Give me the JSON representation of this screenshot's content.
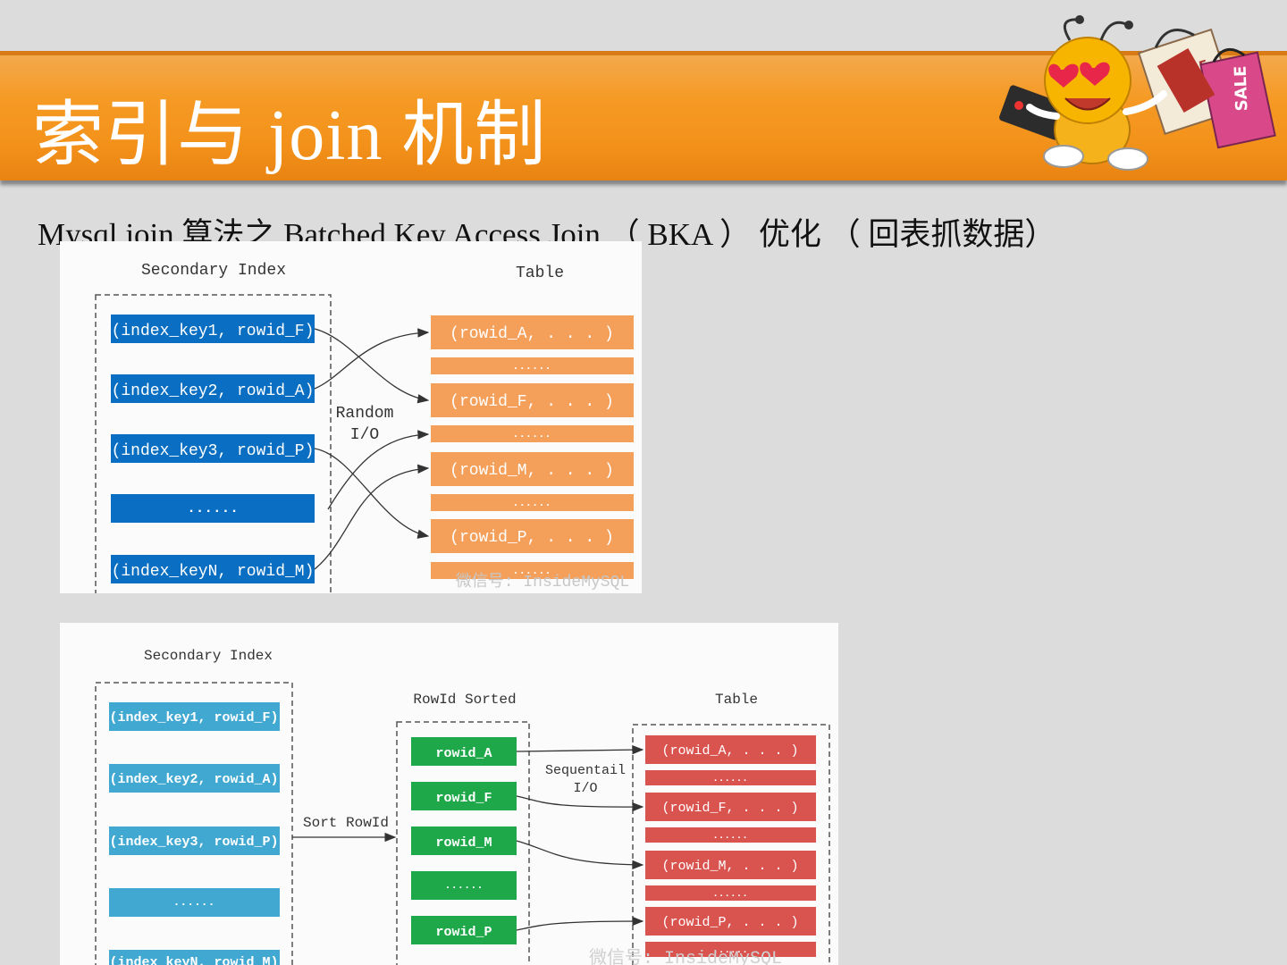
{
  "slide": {
    "title": "索引与 join  机制",
    "subtitle": "Mysql join 算法之 Batched Key Access Join （ BKA ） 优化 （ 回表抓数据）"
  },
  "mascot": {
    "icon": "bee-shopping-mascot-icon",
    "bag_text_1": "SALE",
    "bag_text_2": "SALE"
  },
  "colors": {
    "banner": "#f59a24",
    "index_blue": "#0a6fc2",
    "index_light_blue": "#41a8d2",
    "table_orange": "#f5a05a",
    "table_red": "#d9534f",
    "rowid_green": "#1ea84a"
  },
  "figure1": {
    "secondary_index_label": "Secondary Index",
    "table_label": "Table",
    "random_io_label_1": "Random",
    "random_io_label_2": "I/O",
    "index_entries": [
      "(index_key1, rowid_F)",
      "(index_key2, rowid_A)",
      "(index_key3, rowid_P)",
      "......",
      "(index_keyN, rowid_M)"
    ],
    "table_rows": [
      "(rowid_A, . . . )",
      "......",
      "(rowid_F, . . . )",
      "......",
      "(rowid_M, . . . )",
      "......",
      "(rowid_P, . . . )",
      "......"
    ],
    "watermark": "微信号: InsideMySQL"
  },
  "figure2": {
    "secondary_index_label": "Secondary Index",
    "rowid_sorted_label": "RowId Sorted",
    "table_label": "Table",
    "sort_rowid_label": "Sort RowId",
    "sequential_io_label_1": "Sequentail",
    "sequential_io_label_2": "I/O",
    "index_entries": [
      "(index_key1, rowid_F)",
      "(index_key2, rowid_A)",
      "(index_key3, rowid_P)",
      "......",
      "(index_keyN, rowid_M)"
    ],
    "sorted_rowids": [
      "rowid_A",
      "rowid_F",
      "rowid_M",
      "......",
      "rowid_P"
    ],
    "table_rows": [
      "(rowid_A, . . . )",
      "......",
      "(rowid_F, . . . )",
      "......",
      "(rowid_M, . . . )",
      "......",
      "(rowid_P, . . . )",
      "......"
    ],
    "watermark": "微信号: InsideMySQL"
  }
}
